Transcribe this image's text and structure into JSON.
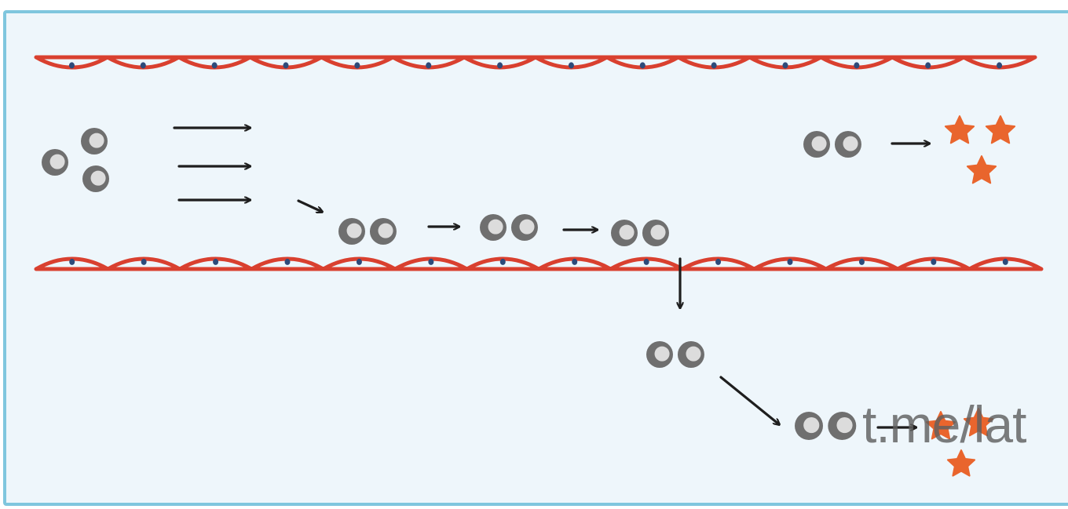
{
  "diagram": {
    "colors": {
      "frame": "#7fc6de",
      "background": "#eef6fb",
      "endothelium": "#d9402f",
      "nucleus": "#2d4a7a",
      "leukocyte_ring": "#6f6f6f",
      "leukocyte_center": "#dcdcdc",
      "arrow": "#1e1e1e",
      "star": "#e9652d"
    },
    "icons": [
      "leukocyte-icon",
      "arrow-icon",
      "star-icon",
      "endothelial-cell-icon"
    ],
    "stages": [
      "circulating",
      "rolling",
      "transmigration",
      "tissue-migration",
      "cytokine-release"
    ]
  },
  "watermark": "t.me/lat"
}
